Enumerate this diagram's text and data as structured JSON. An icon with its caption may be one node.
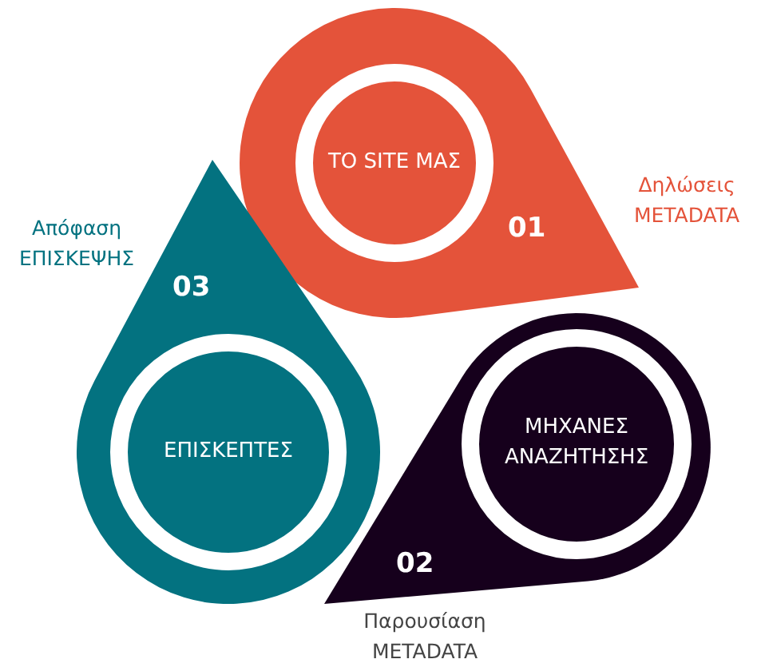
{
  "diagram": {
    "nodes": [
      {
        "text": [
          "01"
        ],
        "beside": [
          "Δηλώσεις METADATA"
        ]
      },
      {
        "text": [
          "ΤΟ SITE ΜΑΣ"
        ],
        "in": 0
      },
      {
        "text": [
          "03"
        ],
        "beside": [
          "Απόφαση ΕΠΙΣΚΕΨΗΣ"
        ]
      },
      {
        "text": [
          "ΕΠΙΣΚΕΠΤΕΣ"
        ],
        "in": 2
      },
      {
        "text": [
          "02"
        ],
        "beside": [
          "Παρουσίαση METADATA"
        ]
      },
      {
        "text": [
          "ΜΗΧΑΝΕΣ ΑΝΑΖΗΤΗΣΗΣ"
        ],
        "in": 4
      }
    ]
  }
}
